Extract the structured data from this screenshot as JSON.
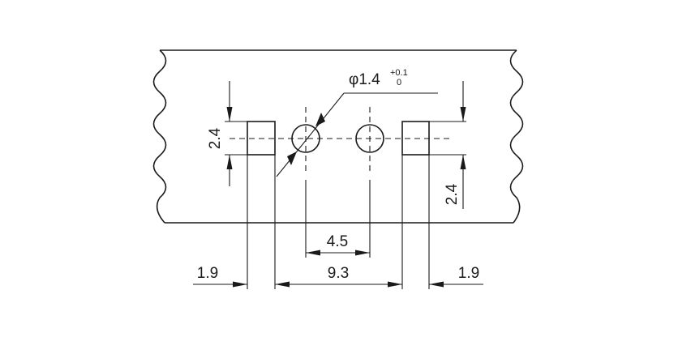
{
  "drawing": {
    "dimensions": {
      "height_left": "2.4",
      "height_right": "2.4",
      "hole_spacing": "4.5",
      "pad_spacing": "9.3",
      "margin_left": "1.9",
      "margin_right": "1.9"
    },
    "hole_callout": {
      "prefix": "φ1.4",
      "tol_upper": "+0.1",
      "tol_lower": "0"
    }
  }
}
